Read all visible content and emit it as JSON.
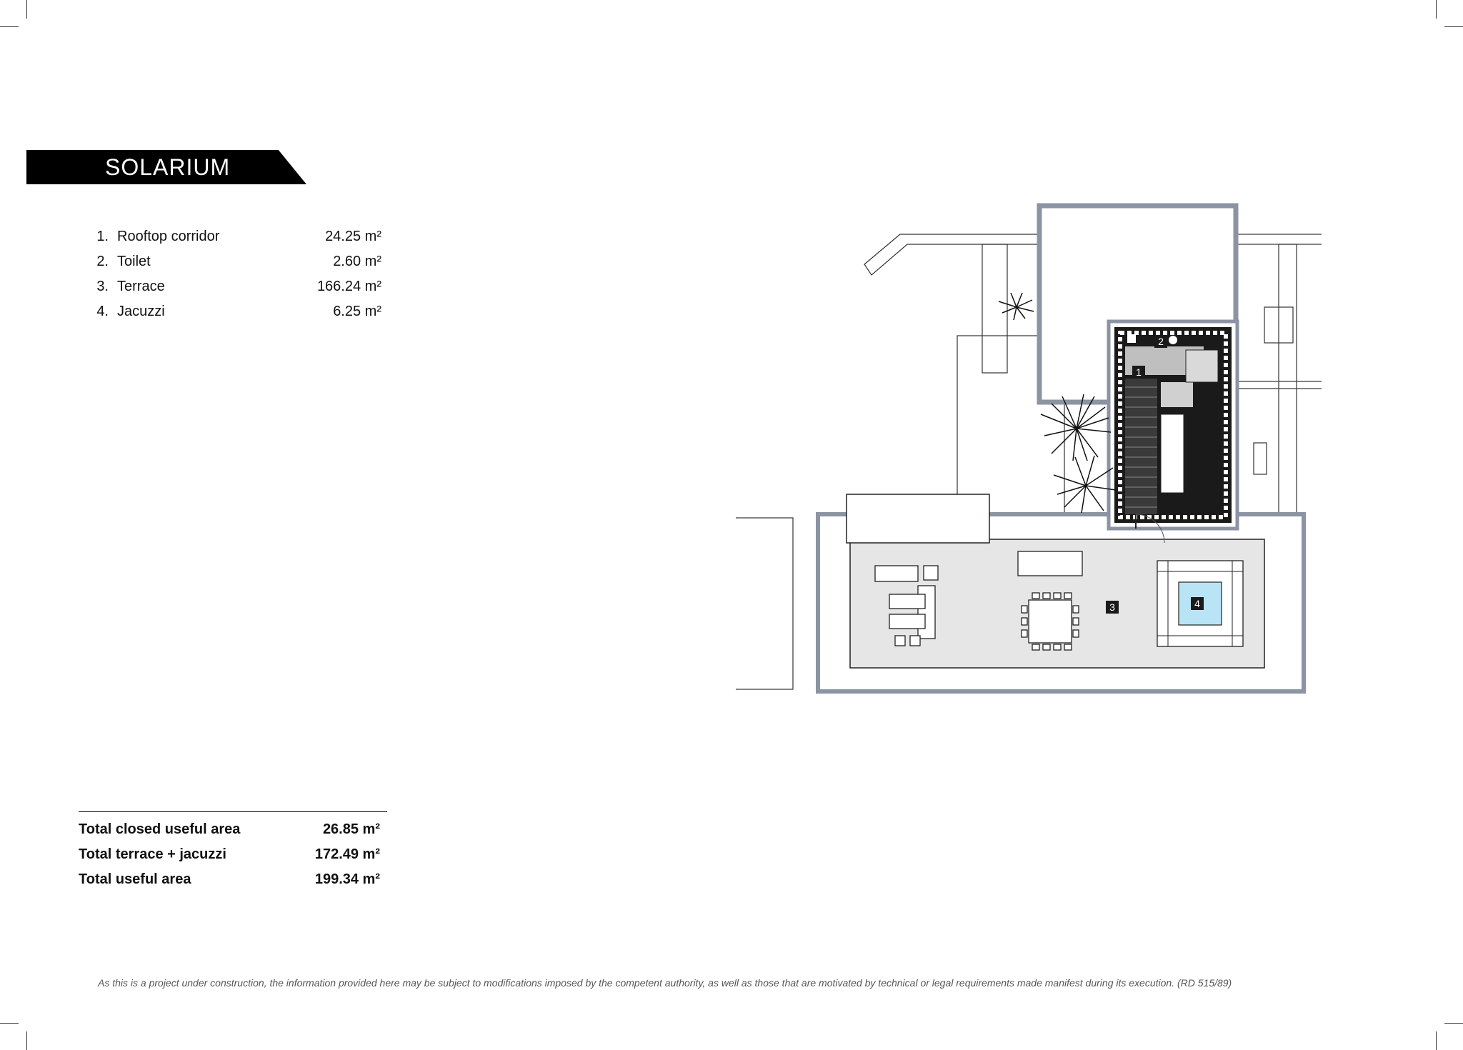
{
  "section_title": "SOLARIUM",
  "rooms": [
    {
      "num": "1.",
      "name": "Rooftop corridor",
      "area": "24.25 m²"
    },
    {
      "num": "2.",
      "name": "Toilet",
      "area": "2.60 m²"
    },
    {
      "num": "3.",
      "name": "Terrace",
      "area": "166.24 m²"
    },
    {
      "num": "4.",
      "name": "Jacuzzi",
      "area": "6.25 m²"
    }
  ],
  "totals": [
    {
      "label": "Total closed useful area",
      "value": "26.85 m²"
    },
    {
      "label": "Total terrace + jacuzzi",
      "value": "172.49 m²"
    },
    {
      "label": "Total useful area",
      "value": "199.34 m²"
    }
  ],
  "plan_markers": [
    "1",
    "2",
    "3",
    "4"
  ],
  "disclaimer": "As this is a project under construction, the information provided here may be subject to modifications imposed by the competent authority, as well as those that are motivated by technical or legal requirements made manifest during its execution. (RD 515/89)",
  "colors": {
    "wall": "#8c93a3",
    "floor": "#e6e6e6",
    "jacuzzi": "#b9e4f5",
    "core": "#1a1a1a",
    "banner": "#000000"
  }
}
